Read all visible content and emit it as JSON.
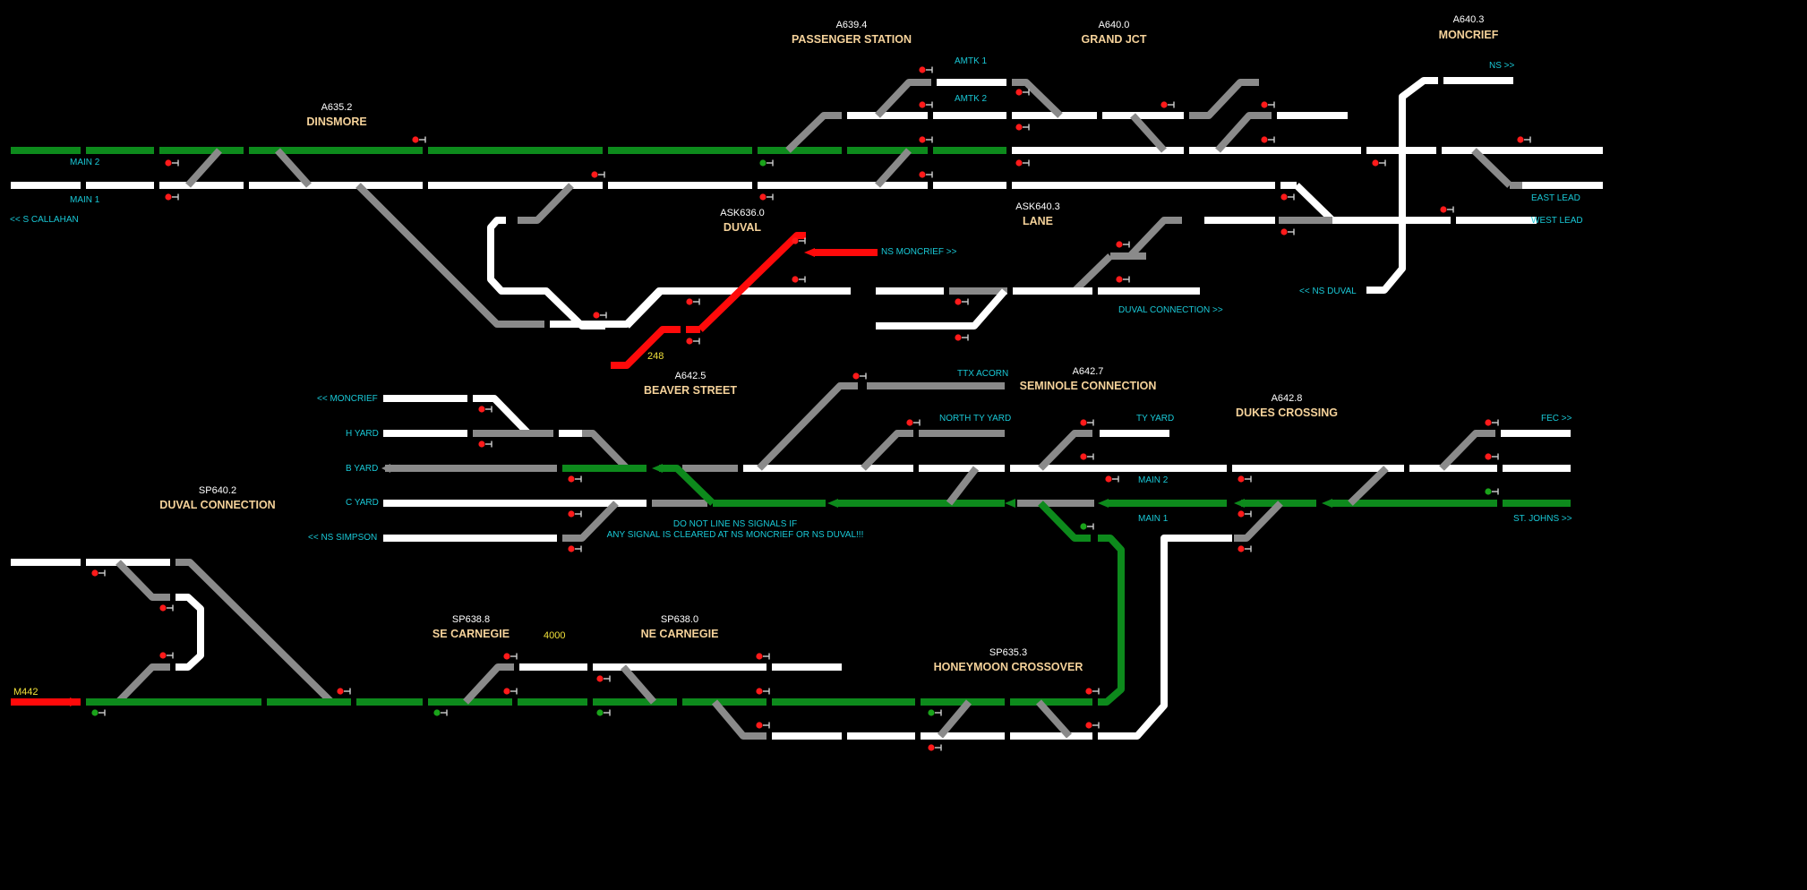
{
  "colors": {
    "occupied": "#ff0a0a",
    "routed": "#0d8a1c",
    "clear": "#ffffff",
    "idle": "#8a8a8a",
    "signal_stop": "#ff1a1a",
    "signal_clear": "#1aa31a",
    "track_label": "#19c8d6",
    "station_name": "#f5d29a",
    "milepost": "#ffffff",
    "train_tag": "#f0e03a"
  },
  "stations": [
    {
      "id": "dinsmore",
      "milepost": "A635.2",
      "name": "DINSMORE"
    },
    {
      "id": "passenger-station",
      "milepost": "A639.4",
      "name": "PASSENGER STATION"
    },
    {
      "id": "grand-jct",
      "milepost": "A640.0",
      "name": "GRAND JCT"
    },
    {
      "id": "moncrief",
      "milepost": "A640.3",
      "name": "MONCRIEF"
    },
    {
      "id": "duval",
      "milepost": "ASK636.0",
      "name": "DUVAL"
    },
    {
      "id": "lane",
      "milepost": "ASK640.3",
      "name": "LANE"
    },
    {
      "id": "beaver-street",
      "milepost": "A642.5",
      "name": "BEAVER STREET"
    },
    {
      "id": "seminole-connection",
      "milepost": "A642.7",
      "name": "SEMINOLE CONNECTION"
    },
    {
      "id": "dukes-crossing",
      "milepost": "A642.8",
      "name": "DUKES CROSSING"
    },
    {
      "id": "duval-connection",
      "milepost": "SP640.2",
      "name": "DUVAL CONNECTION"
    },
    {
      "id": "se-carnegie",
      "milepost": "SP638.8",
      "name": "SE CARNEGIE"
    },
    {
      "id": "ne-carnegie",
      "milepost": "SP638.0",
      "name": "NE CARNEGIE"
    },
    {
      "id": "honeymoon-crossover",
      "milepost": "SP635.3",
      "name": "HONEYMOON CROSSOVER"
    }
  ],
  "track_labels": {
    "main2_top": "MAIN 2",
    "main1_top": "MAIN 1",
    "s_callahan": "<< S CALLAHAN",
    "amtk1": "AMTK 1",
    "amtk2": "AMTK 2",
    "ns_up": "NS >>",
    "east_lead": "EAST LEAD",
    "west_lead": "WEST LEAD",
    "ns_moncrief": "NS MONCRIEF >>",
    "ns_duval": "<< NS DUVAL",
    "duval_connection": "DUVAL CONNECTION >>",
    "moncrief_left": "<< MONCRIEF",
    "h_yard": "H YARD",
    "b_yard": "B YARD",
    "c_yard": "C YARD",
    "ns_simpson": "<< NS SIMPSON",
    "ttx_acorn": "TTX ACORN",
    "north_ty_yard": "NORTH TY YARD",
    "ty_yard": "TY YARD",
    "fec": "FEC >>",
    "main2_mid": "MAIN 2",
    "main1_mid": "MAIN 1",
    "st_johns": "ST. JOHNS >>"
  },
  "warning": {
    "line1": "DO NOT LINE NS SIGNALS IF",
    "line2": "ANY SIGNAL IS CLEARED AT NS MONCRIEF OR NS DUVAL!!!"
  },
  "trains": [
    {
      "id": "248",
      "tag": "248"
    },
    {
      "id": "4000",
      "tag": "4000"
    },
    {
      "id": "M442",
      "tag": "M442"
    }
  ]
}
